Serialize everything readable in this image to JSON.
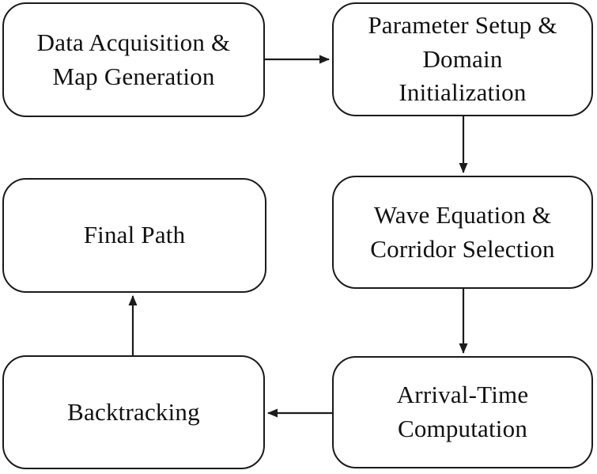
{
  "colors": {
    "background": "#ffffff",
    "box_fill": "#ffffff",
    "line": "#1b1b1b",
    "text": "#111111"
  },
  "flowchart": {
    "nodes": {
      "data_acquisition": {
        "label": [
          "Data Acquisition &",
          "Map Generation"
        ]
      },
      "parameter_setup": {
        "label": [
          "Parameter Setup &",
          "Domain",
          "Initialization"
        ]
      },
      "wave_equation": {
        "label": [
          "Wave Equation &",
          "Corridor Selection"
        ]
      },
      "arrival_time": {
        "label": [
          "Arrival-Time",
          "Computation"
        ]
      },
      "final_path": {
        "label": [
          "Final Path"
        ]
      },
      "backtracking": {
        "label": [
          "Backtracking"
        ]
      }
    },
    "edges": [
      {
        "from": "data_acquisition",
        "to": "parameter_setup",
        "direction": "right"
      },
      {
        "from": "parameter_setup",
        "to": "wave_equation",
        "direction": "down"
      },
      {
        "from": "wave_equation",
        "to": "arrival_time",
        "direction": "down"
      },
      {
        "from": "arrival_time",
        "to": "backtracking",
        "direction": "left"
      },
      {
        "from": "backtracking",
        "to": "final_path",
        "direction": "up"
      }
    ]
  }
}
